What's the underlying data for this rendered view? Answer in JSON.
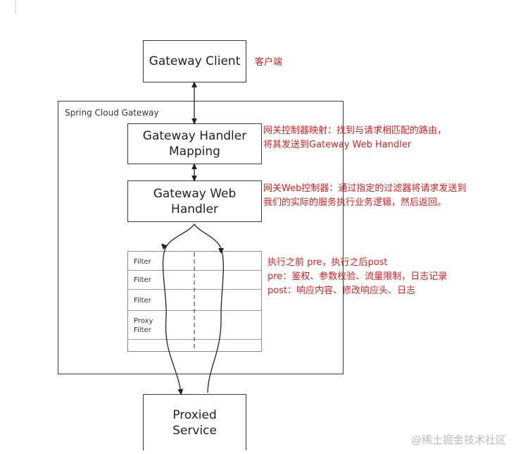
{
  "client": {
    "label": "Gateway Client",
    "note": "客户端"
  },
  "gateway": {
    "title": "Spring Cloud Gateway"
  },
  "handler_mapping": {
    "line1": "Gateway Handler",
    "line2": "Mapping",
    "note1": "网关控制器映射：找到与请求相匹配的路由，",
    "note2": "将其发送到Gateway Web Handler"
  },
  "web_handler": {
    "line1": "Gateway Web",
    "line2": "Handler",
    "note1": "网关Web控制器：通过指定的过滤器将请求发送到",
    "note2": "我们的实际的服务执行业务逻辑，然后返回。"
  },
  "filters": {
    "labels": [
      "Filter",
      "Filter",
      "Filter",
      "Proxy",
      "Filter"
    ],
    "note1": "执行之前  pre，执行之后post",
    "note2": "pre：鉴权、参数校验、流量限制，日志记录",
    "note3": "post：响应内容、修改响应头、日志"
  },
  "service": {
    "line1": "Proxied",
    "line2": "Service"
  },
  "watermark": "@稀土掘金技术社区",
  "colors": {
    "note": "#e01b1b",
    "border": "#3a3a3a"
  }
}
